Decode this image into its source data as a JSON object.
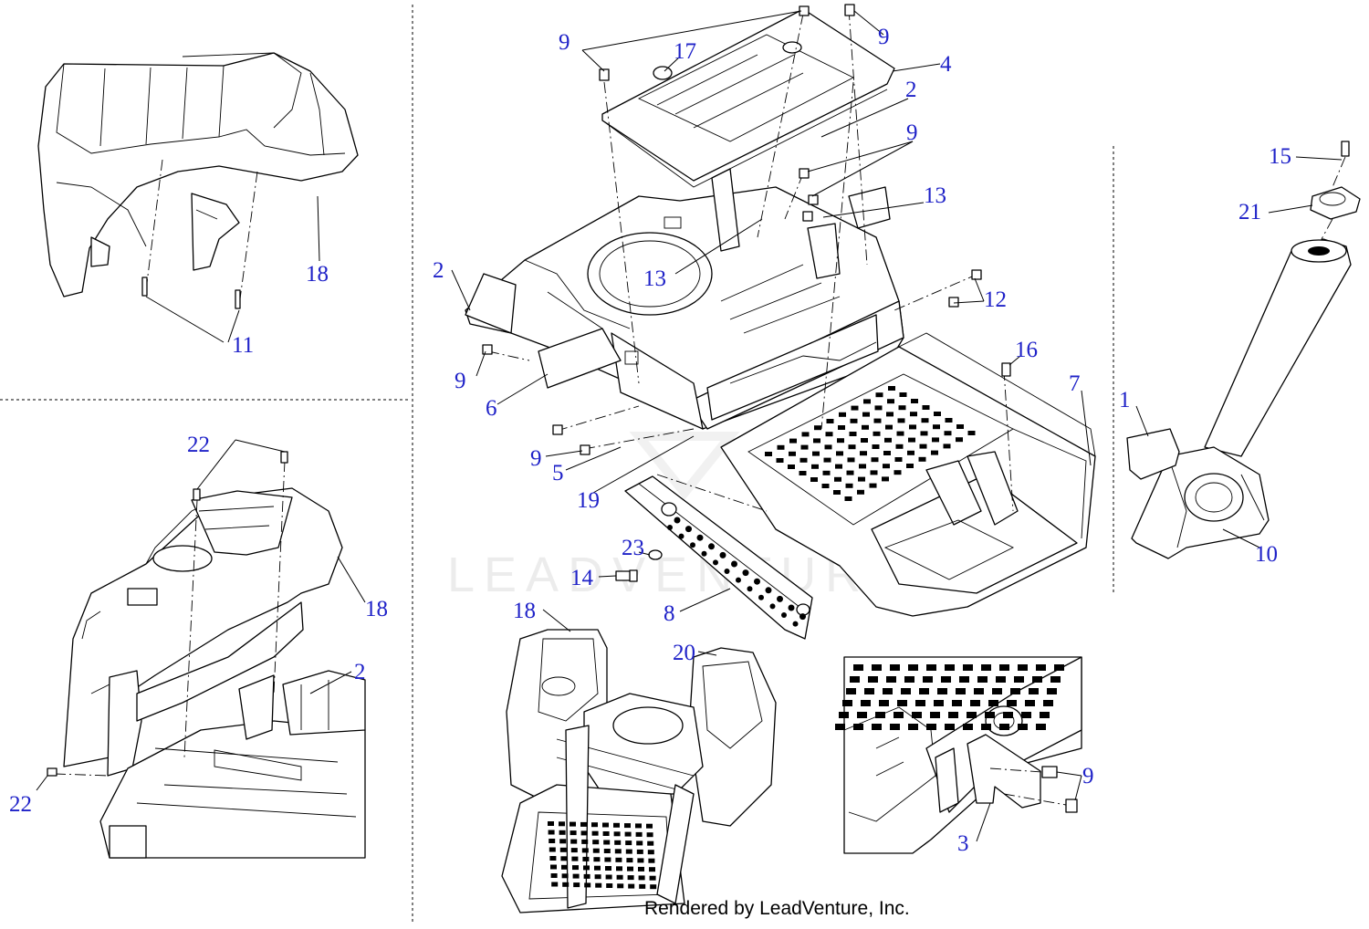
{
  "watermark": "LEADVENTURE",
  "credit": "Rendered by LeadVenture, Inc.",
  "colors": {
    "callout": "#1f22c8",
    "line": "#000000",
    "watermark": "#ececec"
  },
  "callouts": {
    "c1": "1",
    "c2a": "2",
    "c2b": "2",
    "c2c": "2",
    "c3": "3",
    "c4": "4",
    "c5": "5",
    "c6": "6",
    "c7": "7",
    "c8": "8",
    "c9a": "9",
    "c9b": "9",
    "c9c": "9",
    "c9d": "9",
    "c9e": "9",
    "c9f": "9",
    "c10": "10",
    "c11": "11",
    "c12": "12",
    "c13a": "13",
    "c13b": "13",
    "c14": "14",
    "c15": "15",
    "c16": "16",
    "c17": "17",
    "c18a": "18",
    "c18b": "18",
    "c18c": "18",
    "c19": "19",
    "c20": "20",
    "c21": "21",
    "c22a": "22",
    "c22b": "22",
    "c23": "23"
  }
}
